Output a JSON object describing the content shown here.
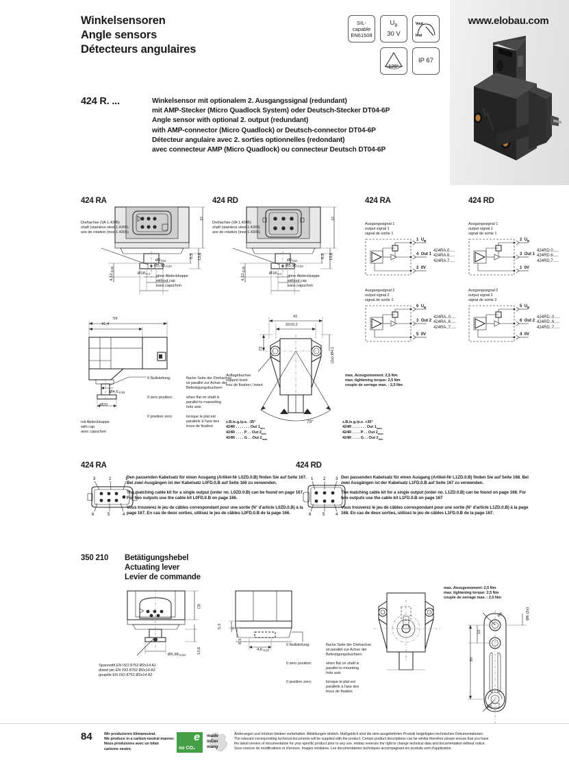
{
  "header": {
    "titles": [
      "Winkelsensoren",
      "Angle sensors",
      "Détecteurs angulaires"
    ],
    "website": "www.elobau.com",
    "badges": [
      {
        "name": "sil-capable-badge",
        "lines": [
          "SIL-",
          "capable",
          "EN61508"
        ]
      },
      {
        "name": "supply-voltage-badge",
        "lines": [
          "U",
          "B",
          "30 V"
        ]
      },
      {
        "name": "output-characteristic-badge",
        "lines": [
          "Vout",
          "Iout"
        ]
      },
      {
        "name": "angle-range-badge",
        "lines": [
          "120°"
        ]
      },
      {
        "name": "ip-rating-badge",
        "lines": [
          "IP 67"
        ]
      }
    ]
  },
  "product": {
    "code": "424 R. ...",
    "description": [
      "Winkelsensor mit optionalem 2. Ausgangssignal (redundant)",
      "mit AMP-Stecker (Micro Quadlock System) oder Deutsch-Stecker DT04-6P",
      "Angle sensor with optional 2. output (redundant)",
      "with AMP-connector (Micro Quadlock) or Deutsch-connector DT04-6P",
      "Détecteur angulaire avec 2. sorties optionnelles (redondant)",
      "avec connecteur AMP (Micro Quadlock) ou connecteur Deutsch DT04-6P"
    ]
  },
  "drawings": {
    "ra_top": {
      "heading": "424 RA",
      "shaft_note": [
        "Drehachse (VA 1.4305)",
        "shaft (stainless steel 1.4305)",
        "axe de rotation (inox 1.4305)"
      ],
      "cap_note": [
        "ohne Abdeckkappe",
        "without cap",
        "sans capuchon"
      ],
      "dims": [
        "31",
        "13,6",
        "8,3",
        "4,12",
        "-0,05",
        "Ø2",
        "H11",
        "Ø5,98",
        "-0,03",
        "Ø18",
        "-0,2"
      ]
    },
    "rd_top": {
      "heading": "424 RD",
      "shaft_note": [
        "Drehachse (VA 1.4305)",
        "shaft (stainless steel 1.4305)",
        "axe de rotation (inox 1.4305)"
      ],
      "cap_note": [
        "ohne Abdeckkappe",
        "without cap",
        "sans capuchon"
      ],
      "dims": [
        "31",
        "13,6",
        "8,3",
        "4,12",
        "-0,05",
        "Ø2",
        "H11",
        "Ø5,98",
        "-0,03",
        "Ø18",
        "-0,2"
      ]
    },
    "side_view": {
      "dims": [
        "59",
        "41,4",
        "Ø4,6",
        "-0,02",
        "Ø20"
      ],
      "cap_note": [
        "mit Abdeckkappe",
        "with cap",
        "avec capuchon"
      ],
      "zero_notes": [
        {
          "label": "0 Nullstellung:",
          "text": [
            "flache Seite der Drehachse",
            "ist parallel zur Achse der",
            "Befestigungsbuchsen"
          ]
        },
        {
          "label": "0 zero position:",
          "text": [
            "when flat on shaft is",
            "parallel to maounting",
            "hole axis"
          ]
        },
        {
          "label": "0 position zero:",
          "text": [
            "lorsque le plat est",
            "parallele à l'axe des",
            "trous de fixation"
          ]
        }
      ]
    },
    "front_view": {
      "dims": [
        "41",
        "32±0,2",
        "15",
        "(2x) Ø4,1",
        "70°"
      ],
      "bush_note": [
        "Auflagebuchse",
        "support bush",
        "trou de fixation / insert"
      ],
      "torque_note": [
        "max. Anzugsmoment: 2,5 Nm",
        "max. tightening torque: 2,5 Nm",
        "couple de serrage max. : 2,5 Nm"
      ],
      "angle_left": {
        "title": "z.B./e.g./p.e. -35°",
        "rows": [
          "424R . . . . . . . Out 1",
          "424R . . . . P . . Out 2",
          "424R . . . . G . . Out 2"
        ],
        "sub": [
          "min",
          "min",
          "max"
        ]
      },
      "angle_right": {
        "title": "z.B./e.g./p.e. +35°",
        "rows": [
          "424R . . . . . . . Out 1",
          "424R . . . . P . . Out 2",
          "424R . . . . G . . Out 2"
        ],
        "sub": [
          "max",
          "max",
          "min"
        ]
      }
    }
  },
  "circuits": {
    "ra": {
      "heading": "424 RA",
      "signal1": {
        "labels": [
          "Ausgangssignal 1",
          "output signal 1",
          "signal de sortie 1"
        ],
        "pins": [
          {
            "no": "1",
            "name": "U",
            "sub": "B"
          },
          {
            "no": "4",
            "name": "Out 1",
            "sub": ""
          },
          {
            "no": "2",
            "name": "0V",
            "sub": ""
          }
        ],
        "orders": [
          "424RA.0.....",
          "424RA.6.....",
          "424RA.7....."
        ]
      },
      "signal2": {
        "labels": [
          "Ausgangssignal 2",
          "output signal 2",
          "signal de sortie 2"
        ],
        "pins": [
          {
            "no": "6",
            "name": "U",
            "sub": "B"
          },
          {
            "no": "3",
            "name": "Out 2",
            "sub": ""
          },
          {
            "no": "5",
            "name": "0V",
            "sub": ""
          }
        ],
        "orders": [
          "424RA..0.....",
          "424RA..6.....",
          "424RA..7....."
        ]
      }
    },
    "rd": {
      "heading": "424 RD",
      "signal1": {
        "labels": [
          "Ausgangssignal 1",
          "output signal 1",
          "signal de sortie 1"
        ],
        "pins": [
          {
            "no": "2",
            "name": "U",
            "sub": "B"
          },
          {
            "no": "3",
            "name": "Out 1",
            "sub": ""
          },
          {
            "no": "1",
            "name": "0V",
            "sub": ""
          }
        ],
        "orders": [
          "424RD.0.....",
          "424RD.6.....",
          "424RD.7....."
        ]
      },
      "signal2": {
        "labels": [
          "Ausgangssignal 2",
          "output signal 2",
          "signal de sortie 2"
        ],
        "pins": [
          {
            "no": "5",
            "name": "U",
            "sub": "B"
          },
          {
            "no": "6",
            "name": "Out 2",
            "sub": ""
          },
          {
            "no": "4",
            "name": "0V",
            "sub": ""
          }
        ],
        "orders": [
          "424RD..0.....",
          "424RD..6.....",
          "424RD..7....."
        ]
      }
    }
  },
  "cable_kits": {
    "ra": {
      "heading": "424 RA",
      "pin_numbers_top": [
        "3",
        "2",
        "1"
      ],
      "pin_numbers_bottom": [
        "6",
        "5",
        "4"
      ],
      "paragraphs": [
        "Den passenden Kabelsatz für einen Ausgang (Artikel-Nr L0ZD.0.B) finden Sie auf Seite 167. Bei zwei Ausgängen ist der Kabelsatz L0FD.0.B auf Seite 166 zu verwenden.",
        "The matching cable kit for a single output (order no. L0ZD.0.B) can be found on page 167. For two outputs use the cable kit L0FD.0.B on page 166.",
        "Vous trouverez le jeu de câbles correspondant pour une sortie (N° d'article L0ZD.0.B) à la page 167. En cas de deux sorties, utilisez le jeu de câbles L0FD.0.B de la page 166."
      ]
    },
    "rd": {
      "heading": "424 RD",
      "pin_numbers_top": [
        "1",
        "2",
        "3"
      ],
      "pin_numbers_bottom": [
        "6",
        "5",
        "4"
      ],
      "paragraphs": [
        "Den passenden Kabelsatz für einen Ausgang (Artikel-Nr L1ZD.0.B) finden Sie auf Seite 168. Bei zwei Ausgängen ist der Kabelsatz L1FD.0.B auf Seite 167 zu verwenden.",
        "The matching cable kit for a single output (order no. L1ZD.0.B) can be found on page 168. For two outputs use the cable kit L1FD.0.B on page 167",
        "Vous trouverez le jeu de câbles correspondant pour une sortie (N° d'article L1ZD.0.B) à la page 168. En cas de deux sorties, utilisez le jeu de câbles L1FD.0.B de la page 167."
      ]
    }
  },
  "lever": {
    "code": "350 210",
    "titles": [
      "Betätigungshebel",
      "Actuating lever",
      "Levier de commande"
    ],
    "dims_left": [
      "(3)",
      "13,6",
      "Ø5,98",
      "-0,03"
    ],
    "dowel_note": [
      "Spannstift EN ISO 8752 Ø2x14 A2",
      "dowel pin EN ISO 8752 Ø2x14 A2",
      "goupille EN ISO 8752 Ø2x14 A2"
    ],
    "dims_mid": [
      "5,3",
      "5",
      "8,3",
      "4,6",
      "-0,02"
    ],
    "zero_notes": [
      {
        "label": "0 Nullstellung:",
        "text": [
          "flache Seite der Drehachse",
          "ist parallel zur Achse der",
          "Befestigungsbuchsen"
        ]
      },
      {
        "label": "0 zero position:",
        "text": [
          "when flat on shaft is",
          "parallel to mounting",
          "hole axis"
        ]
      },
      {
        "label": "0 position zero:",
        "text": [
          "lorsque le plat est",
          "parallele à l'axe des",
          "trous de fixation"
        ]
      }
    ],
    "torque_note": [
      "max. Anzugsmoment: 2,5 Nm",
      "max. tightening torque: 2,5 Nm",
      "couple de serrage max. : 2,5 Nm"
    ],
    "dims_right": [
      "Ø6 (2x)",
      "10",
      "50",
      "R8",
      "R8"
    ]
  },
  "footer": {
    "page": "84",
    "eco_text": [
      "Wir produzieren klimaneutral.",
      "We produce in a carbon-neutral manner.",
      "Nous produisons avec un bilan",
      "carbone neutre."
    ],
    "eco_logo": {
      "e": "e",
      "no_co2": "no CO₂"
    },
    "made_logo": [
      "made",
      "inGer",
      "many"
    ],
    "legal": [
      "Änderungen und Irrtümer bleiben vorbehalten. Abbildungen ähnlich. Maßgeblich sind die dem ausgelieferten Produkt beigefügten technischen Dokumentationen.",
      "The relevant corresponding technical documents will be supplied with the product. Certain product descriptions can be similar therefore please ensure that you have",
      "the latest version of documentation for your specific product prior to any use. elobau reserves the right to change technical data and documentation without notice.",
      "Sous réserve de modifications et d'erreurs. Images similaires. Les documentations techniques accompagnant les produits sont d'application."
    ]
  }
}
